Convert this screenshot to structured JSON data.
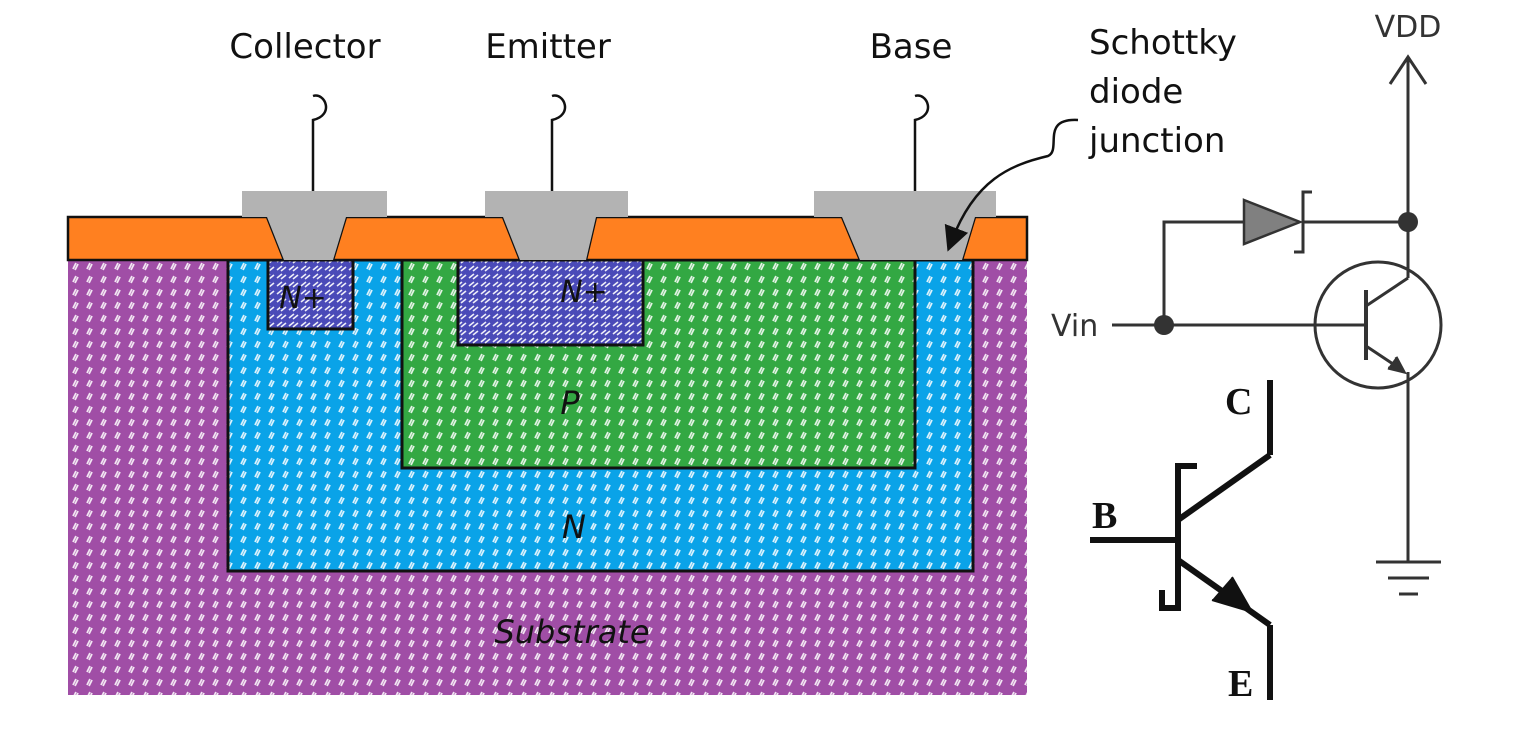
{
  "cross_section": {
    "terminals": {
      "collector": "Collector",
      "emitter": "Emitter",
      "base": "Base"
    },
    "annotation": {
      "line1": "Schottky",
      "line2": "diode",
      "line3": "junction"
    },
    "regions": {
      "collector_nplus": "N+",
      "emitter_nplus": "N+",
      "p_region": "P",
      "n_region": "N",
      "substrate": "Substrate"
    },
    "colors": {
      "oxide": "#ff8020",
      "metal": "#b3b3b3",
      "nplus": "#4a4ab8",
      "p": "#33a843",
      "n": "#0aa3e8",
      "substrate": "#a04ea6"
    }
  },
  "circuit": {
    "supply": "VDD",
    "input": "Vin"
  },
  "symbol": {
    "collector": "C",
    "base": "B",
    "emitter": "E"
  }
}
